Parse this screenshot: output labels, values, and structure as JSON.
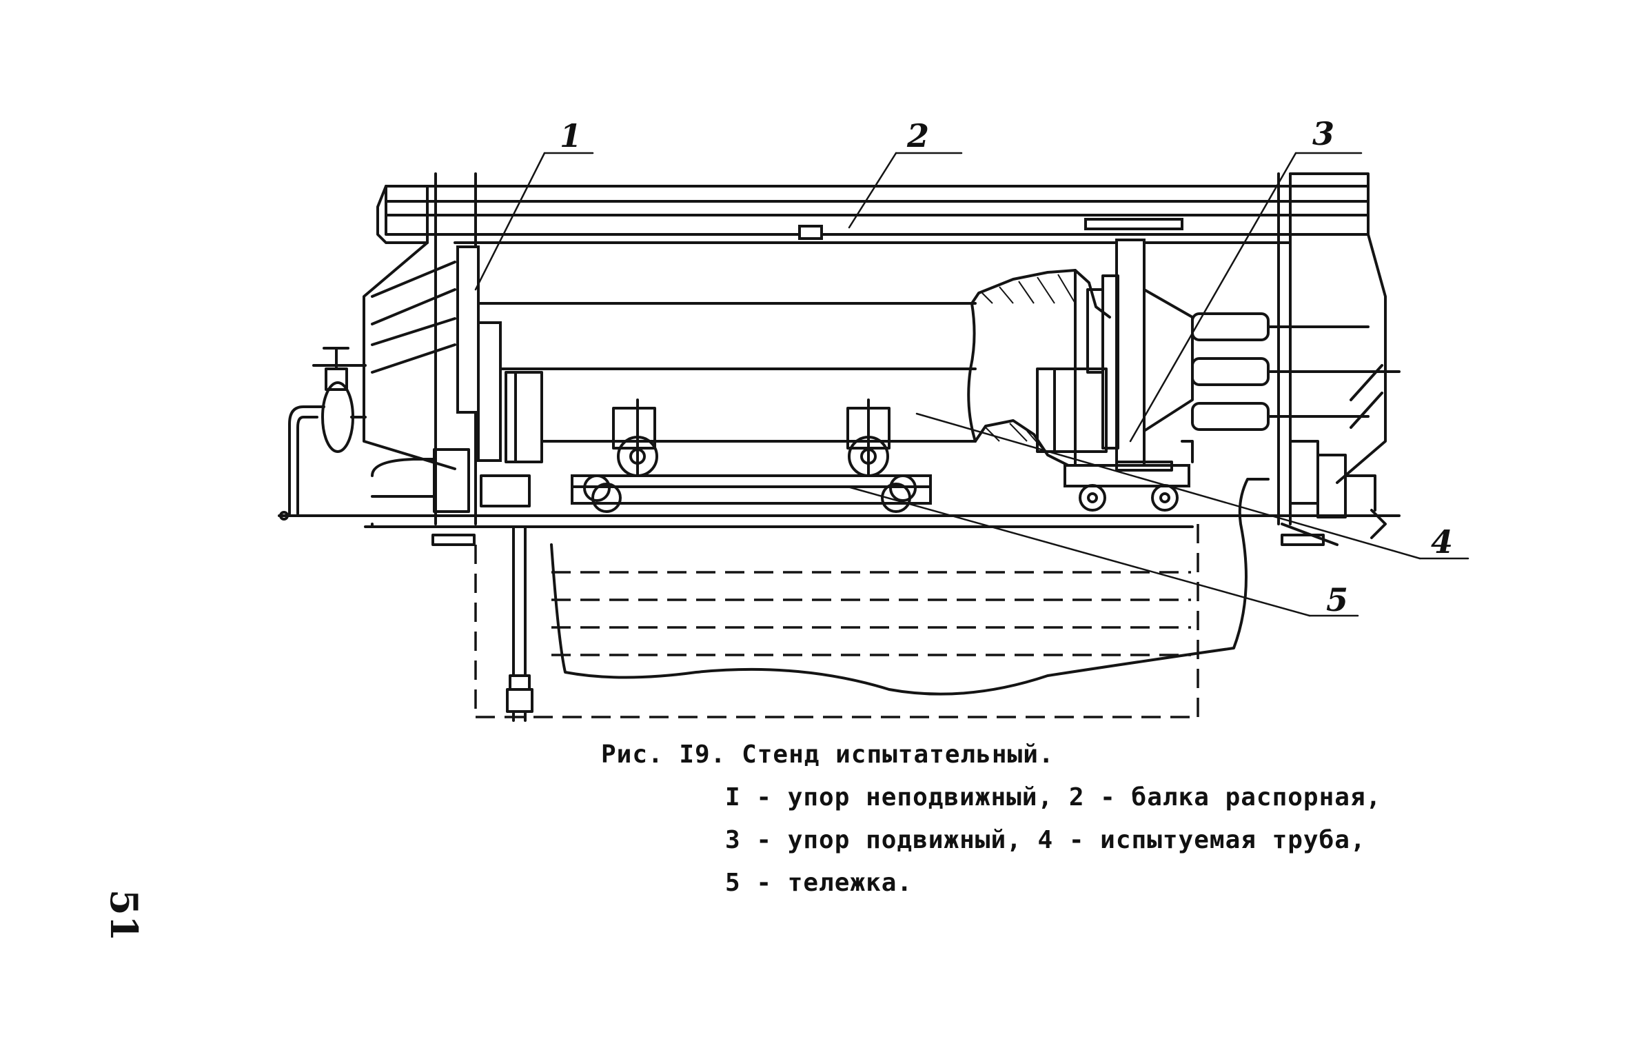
{
  "figure": {
    "callouts": [
      {
        "id": "callout-1",
        "label": "1"
      },
      {
        "id": "callout-2",
        "label": "2"
      },
      {
        "id": "callout-3",
        "label": "3"
      },
      {
        "id": "callout-4",
        "label": "4"
      },
      {
        "id": "callout-5",
        "label": "5"
      }
    ]
  },
  "caption": {
    "title": "Рис. I9. Стенд испытательный.",
    "lines": [
      "I - упор неподвижный, 2 - балка распорная,",
      "3 - упор подвижный, 4 - испытуемая труба,",
      "5 - тележка."
    ]
  },
  "page_number": "51"
}
